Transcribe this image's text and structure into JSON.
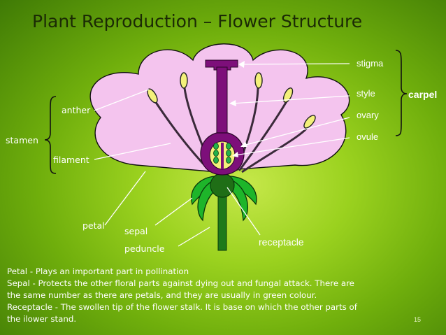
{
  "title": "Plant Reproduction – Flower Structure",
  "labels": {
    "stigma": "stigma",
    "style": "style",
    "ovary": "ovary",
    "ovule": "ovule",
    "carpel": "carpel",
    "anther": "anther",
    "stamen": "stamen",
    "filament": "filament",
    "petal": "petal",
    "sepal": "sepal",
    "peduncle": "peduncle",
    "receptacle": "receptacle"
  },
  "descriptions": [
    "Petal - Plays an important part in pollination",
    "Sepal - Protects the other floral parts against dying out  and fungal attack. There are",
    "the same number as there are petals, and they are usually in green colour.",
    "Receptacle -  The swollen tip of the flower stalk. It is base on which the other parts  of",
    "the ilower stand."
  ],
  "page_number": "15",
  "colors": {
    "petal": "#f4c4ee",
    "carpel": "#7d0f7a",
    "anther": "#f3f07a",
    "sepal": "#1eb52a",
    "stem": "#1e7a1a"
  }
}
